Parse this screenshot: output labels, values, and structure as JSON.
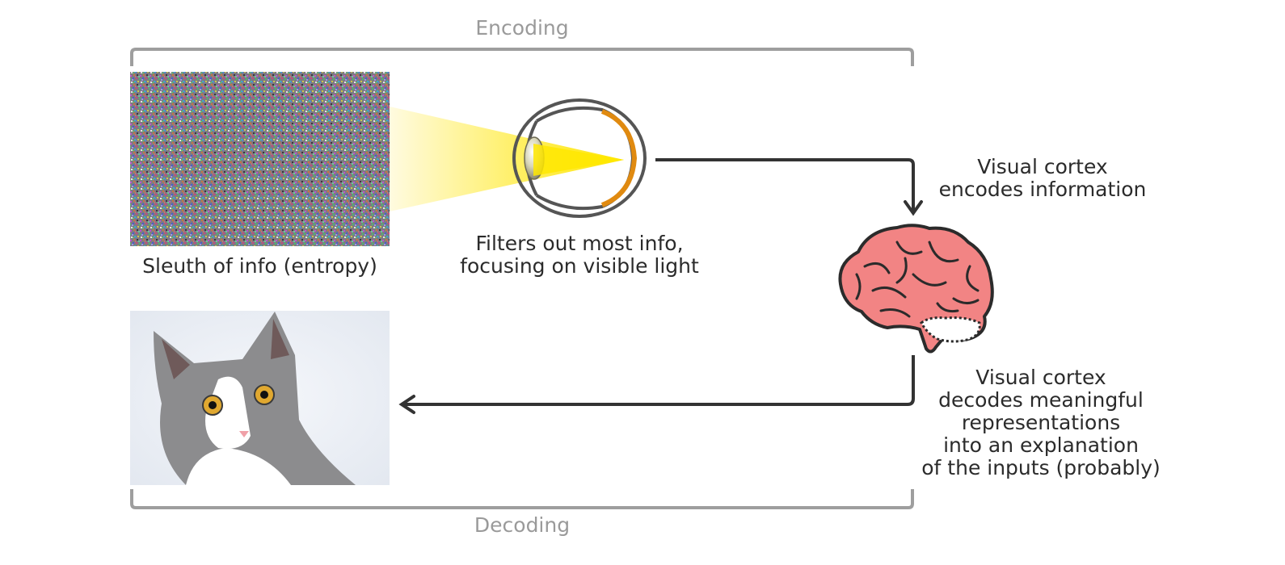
{
  "encoding_label": "Encoding",
  "decoding_label": "Decoding",
  "noise_caption": "Sleuth of info (entropy)",
  "eye_caption": "Filters out most info,\nfocusing on visible light",
  "encode_caption": "Visual cortex\nencodes information",
  "decode_caption": "Visual cortex\ndecodes meaningful\nrepresentations\ninto an explanation\nof the inputs (probably)",
  "icons": {
    "noise": "noise-image",
    "eye": "eye-icon",
    "brain": "brain-icon",
    "cat": "cat-photo"
  },
  "colors": {
    "bracket": "#9e9e9e",
    "arrow": "#333333",
    "light_beam": "#ffe800",
    "brain_fill": "#f28484",
    "eye_retina": "#e08a10"
  }
}
